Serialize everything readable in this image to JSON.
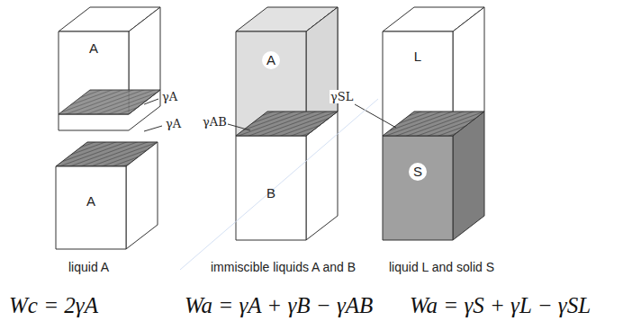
{
  "diagram": {
    "nodes": [
      {
        "text": [
          "A"
        ]
      },
      {
        "text": [
          "A"
        ]
      },
      {
        "text": [
          "A"
        ]
      },
      {
        "text": [
          "B"
        ]
      },
      {
        "text": [
          "L"
        ]
      },
      {
        "text": [
          "S"
        ]
      }
    ],
    "labels": [
      "γA",
      "γA",
      "γAB",
      "γSL",
      "liquid A",
      "immiscible liquids A and B",
      "liquid L and solid S",
      "Wc = 2γA",
      "Wa = γA + γB − γAB",
      "Wa = γS + γL − γSL"
    ]
  }
}
